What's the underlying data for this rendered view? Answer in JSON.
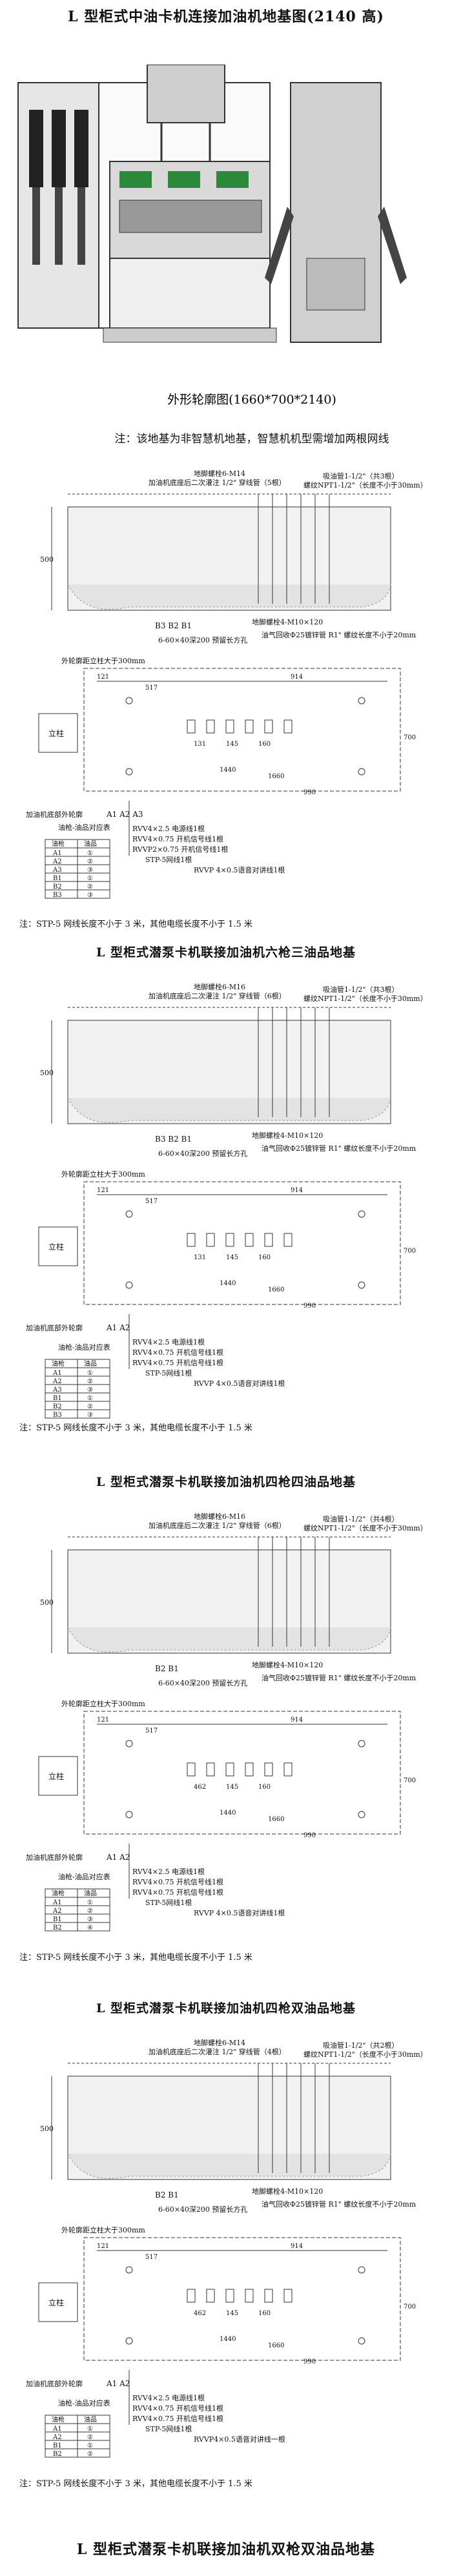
{
  "page_title": "L 型柜式中油卡机连接加油机地基图(2140 高)",
  "outline": {
    "caption": "外形轮廓图(1660*700*2140)"
  },
  "note": "注：该地基为非智慧机地基，智慧机机型需增加两根网线",
  "sections": [
    {
      "title": "",
      "labels": {
        "anchor_top": "地脚螺栓6-M14",
        "conduit": "加油机底座后二次灌注 1/2\" 穿线管（5根）",
        "suction_pipe": "吸油管1-1/2\"（共3根）",
        "thread": "螺纹NPT1-1/2\"（长度不小于30mm）",
        "b_row": "B3  B2  B1",
        "precast": "6-60×40深200 预留长方孔",
        "anchor_bolt": "地脚螺栓4-M10×120",
        "vapor_pipe": "油气回收Φ25镀锌管 R1\" 螺纹长度不小于20mm",
        "outer_wheel": "外轮廓距立柱大于300mm",
        "column": "立柱",
        "base_edge": "加油机底部外轮廓",
        "a_row": "A1  A2  A3",
        "cable_power": "RVV4×2.5 电源线1根",
        "cable_switch": "RVV4×0.75 开机信号线1根",
        "cable_rvvp": "RVVP2×0.75 开机信号线1根",
        "cable_stp": "STP-5网线1根",
        "cable_rvvp4": "RVVP 4×0.5语音对讲线1根",
        "table_title": "油枪-油品对应表",
        "col_gun": "油枪",
        "col_oil": "油品"
      },
      "dims": [
        "500",
        "121",
        "517",
        "914",
        "1440",
        "1660",
        "990",
        "700",
        "131",
        "145",
        "160"
      ],
      "table_rows": [
        [
          "A1",
          "①"
        ],
        [
          "A2",
          "②"
        ],
        [
          "A3",
          "③"
        ],
        [
          "B1",
          "①"
        ],
        [
          "B2",
          "②"
        ],
        [
          "B3",
          "③"
        ]
      ],
      "footnote": "注：STP-5 网线长度不小于 3 米，其他电缆长度不小于 1.5 米"
    },
    {
      "title": "L 型柜式潜泵卡机联接加油机六枪三油品地基",
      "labels": {
        "anchor_top": "地脚螺栓6-M16",
        "conduit": "加油机底座后二次灌注 1/2\" 穿线管（6根）",
        "suction_pipe": "吸油管1-1/2\"（共3根）",
        "thread": "螺纹NPT1-1/2\"（长度不小于30mm）",
        "b_row": "B3  B2  B1",
        "precast": "6-60×40深200 预留长方孔",
        "anchor_bolt": "地脚螺栓4-M10×120",
        "vapor_pipe": "油气回收Φ25镀锌管 R1\" 螺纹长度不小于20mm",
        "outer_wheel": "外轮廓距立柱大于300mm",
        "column": "立柱",
        "base_edge": "加油机底部外轮廓",
        "a_row": "A1  A2",
        "cable_power": "RVV4×2.5 电源线1根",
        "cable_switch": "RVV4×0.75 开机信号线1根",
        "cable_rvvp": "RVV4×0.75 开机信号线1根",
        "cable_stp": "STP-5网线1根",
        "cable_rvvp4": "RVVP 4×0.5语音对讲线1根",
        "table_title": "油枪-油品对应表",
        "col_gun": "油枪",
        "col_oil": "油品"
      },
      "dims": [
        "500",
        "121",
        "517",
        "914",
        "1440",
        "1660",
        "990",
        "700",
        "131",
        "145",
        "160"
      ],
      "table_rows": [
        [
          "A1",
          "①"
        ],
        [
          "A2",
          "②"
        ],
        [
          "A3",
          "③"
        ],
        [
          "B1",
          "①"
        ],
        [
          "B2",
          "②"
        ],
        [
          "B3",
          "③"
        ]
      ],
      "footnote": "注：STP-5 网线长度不小于 3 米，其他电缆长度不小于 1.5 米"
    },
    {
      "title": "L 型柜式潜泵卡机联接加油机四枪四油品地基",
      "labels": {
        "anchor_top": "地脚螺栓6-M16",
        "conduit": "加油机底座后二次灌注 1/2\" 穿线管（6根）",
        "suction_pipe": "吸油管1-1/2\"（共4根）",
        "thread": "螺纹NPT1-1/2\"（长度不小于30mm）",
        "b_row": "B2  B1",
        "precast": "6-60×40深200 预留长方孔",
        "anchor_bolt": "地脚螺栓4-M10×120",
        "vapor_pipe": "油气回收Φ25镀锌管 R1\" 螺纹长度不小于20mm",
        "outer_wheel": "外轮廓距立柱大于300mm",
        "column": "立柱",
        "base_edge": "加油机底部外轮廓",
        "a_row": "A1  A2",
        "cable_power": "RVV4×2.5 电源线1根",
        "cable_switch": "RVV4×0.75 开机信号线1根",
        "cable_rvvp": "RVV4×0.75 开机信号线1根",
        "cable_stp": "STP-5网线1根",
        "cable_rvvp4": "RVVP 4×0.5语音对讲线1根",
        "table_title": "油枪-油品对应表",
        "col_gun": "油枪",
        "col_oil": "油品"
      },
      "dims": [
        "500",
        "121",
        "517",
        "914",
        "1440",
        "1660",
        "990",
        "700",
        "462",
        "145",
        "160"
      ],
      "table_rows": [
        [
          "A1",
          "①"
        ],
        [
          "A2",
          "②"
        ],
        [
          "B1",
          "③"
        ],
        [
          "B2",
          "④"
        ]
      ],
      "footnote": "注：STP-5 网线长度不小于 3 米，其他电缆长度不小于 1.5 米"
    },
    {
      "title": "L 型柜式潜泵卡机联接加油机四枪双油品地基",
      "labels": {
        "anchor_top": "地脚螺栓6-M14",
        "conduit": "加油机底座后二次灌注 1/2\" 穿线管（4根）",
        "suction_pipe": "吸油管1-1/2\"（共2根）",
        "thread": "螺纹NPT1-1/2\"（长度不小于30mm）",
        "b_row": "B2  B1",
        "precast": "6-60×40深200 预留长方孔",
        "anchor_bolt": "地脚螺栓4-M10×120",
        "vapor_pipe": "油气回收Φ25镀锌管 R1\" 螺纹长度不小于20mm",
        "outer_wheel": "外轮廓距立柱大于300mm",
        "column": "立柱",
        "base_edge": "加油机底部外轮廓",
        "a_row": "A1  A2",
        "cable_power": "RVV4×2.5 电源线1根",
        "cable_switch": "RVV4×0.75 开机信号线1根",
        "cable_rvvp": "RVV4×0.75 开机信号线1根",
        "cable_stp": "STP-5网线1根",
        "cable_rvvp4": "RVVP4×0.5语音对讲线一根",
        "table_title": "油枪-油品对应表",
        "col_gun": "油枪",
        "col_oil": "油品"
      },
      "dims": [
        "500",
        "121",
        "517",
        "914",
        "1440",
        "1660",
        "990",
        "700",
        "462",
        "145",
        "160"
      ],
      "table_rows": [
        [
          "A1",
          "①"
        ],
        [
          "A2",
          "②"
        ],
        [
          "B1",
          "①"
        ],
        [
          "B2",
          "②"
        ]
      ],
      "footnote": "注：STP-5 网线长度不小于 3 米，其他电缆长度不小于 1.5 米"
    }
  ],
  "last_title": "L 型柜式潜泵卡机联接加油机双枪双油品地基"
}
